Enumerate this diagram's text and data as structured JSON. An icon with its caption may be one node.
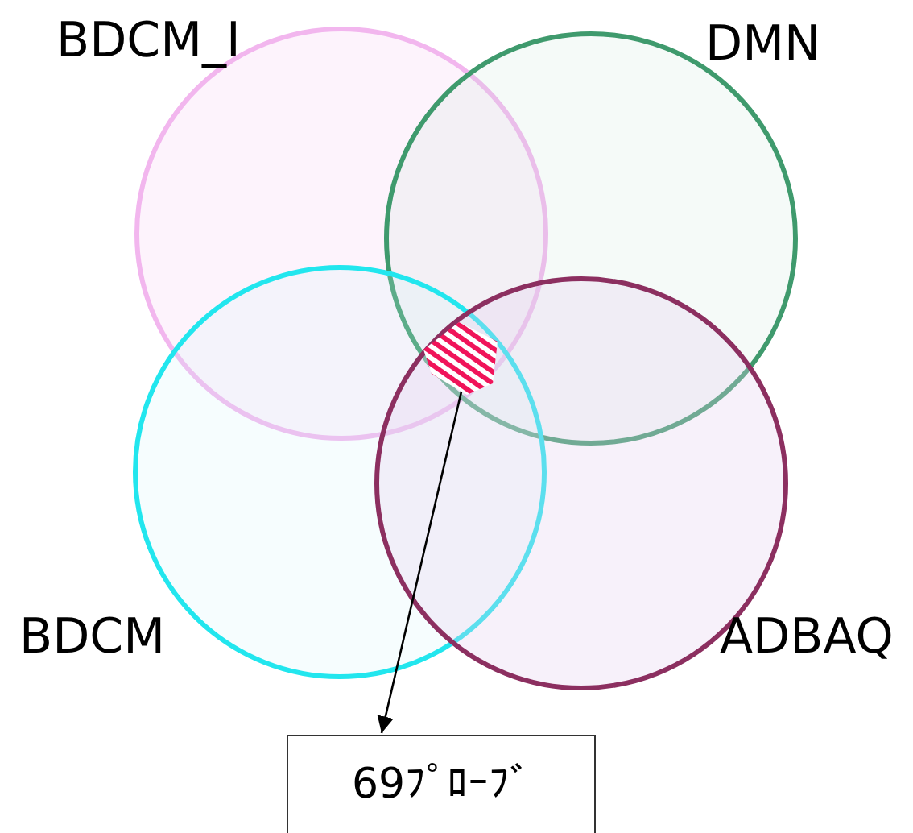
{
  "diagram": {
    "nodes": [
      {
        "text": [
          "BDCM_I"
        ]
      },
      {
        "text": [
          "DMN"
        ]
      },
      {
        "text": [
          "BDCM"
        ]
      },
      {
        "text": [
          "ADBAQ"
        ]
      },
      {
        "text": [],
        "shape": "region"
      },
      {
        "text": [
          "69ﾌﾟﾛｰﾌﾞ"
        ]
      }
    ],
    "edges": [
      {
        "from": 4,
        "to": 5,
        "arrow": "to"
      }
    ]
  }
}
